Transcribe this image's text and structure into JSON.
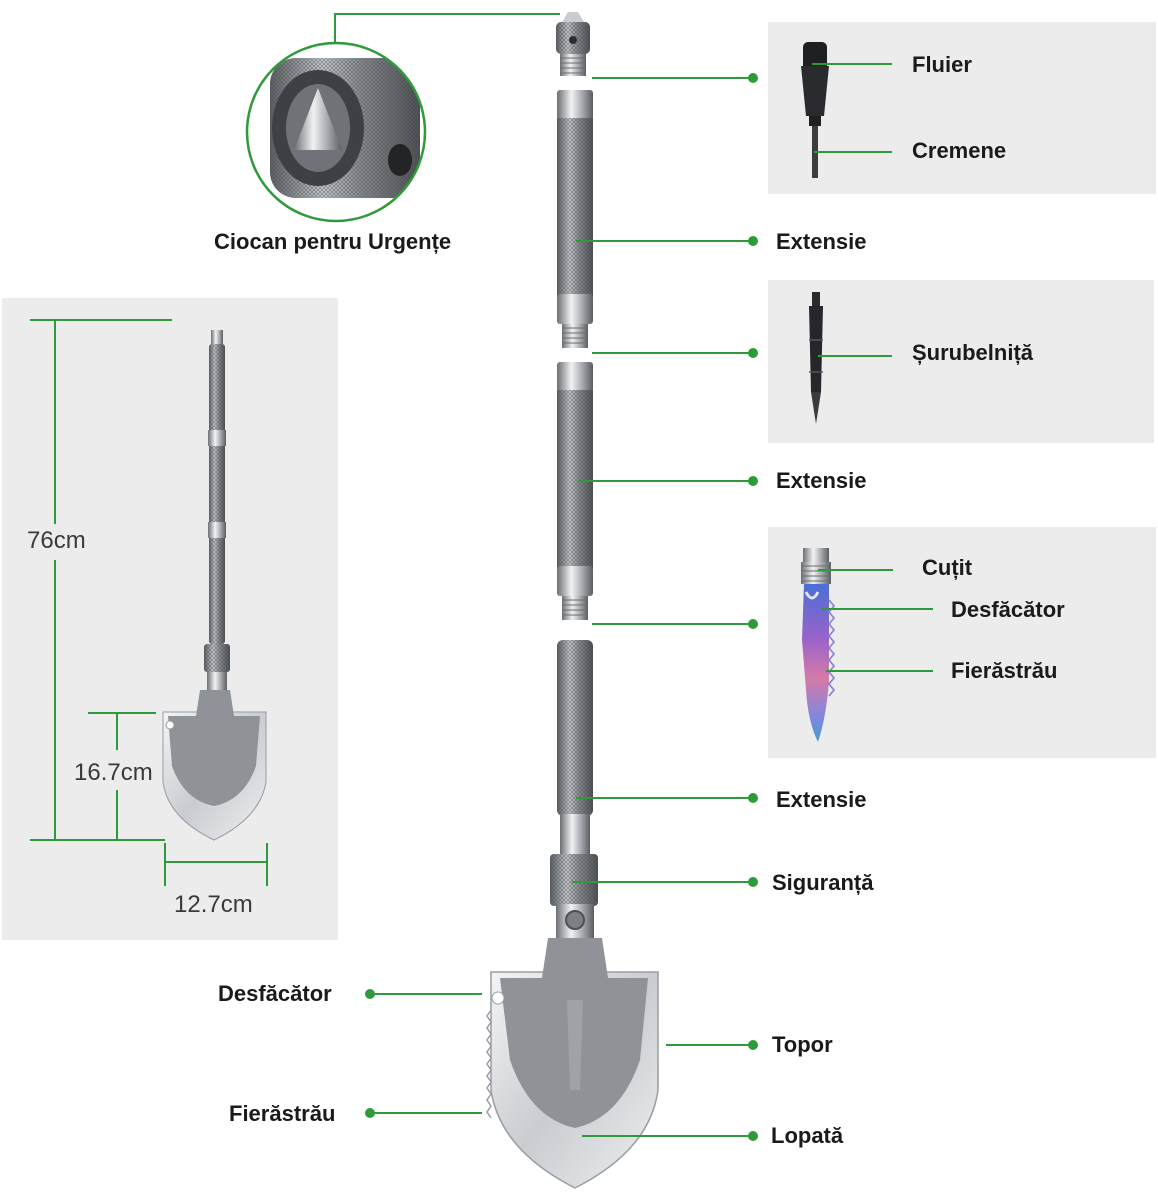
{
  "labels": {
    "hammer": "Ciocan pentru Urgențe",
    "whistle": "Fluier",
    "flint": "Cremene",
    "extension_1": "Extensie",
    "screwdriver": "Șurubelniță",
    "extension_2": "Extensie",
    "knife": "Cuțit",
    "opener_knife": "Desfăcător",
    "saw_knife": "Fierăstrău",
    "extension_3": "Extensie",
    "safety": "Siguranță",
    "opener_shovel": "Desfăcător",
    "axe": "Topor",
    "saw_shovel": "Fierăstrău",
    "shovel": "Lopată"
  },
  "dimensions": {
    "length": "76cm",
    "blade_height": "16.7cm",
    "blade_width": "12.7cm"
  },
  "colors": {
    "accent": "#2f9a3a",
    "panel": "#ececec",
    "metal": "#8a8d91",
    "blade": "#d9dcdf",
    "blade_inner": "#8f9296"
  }
}
